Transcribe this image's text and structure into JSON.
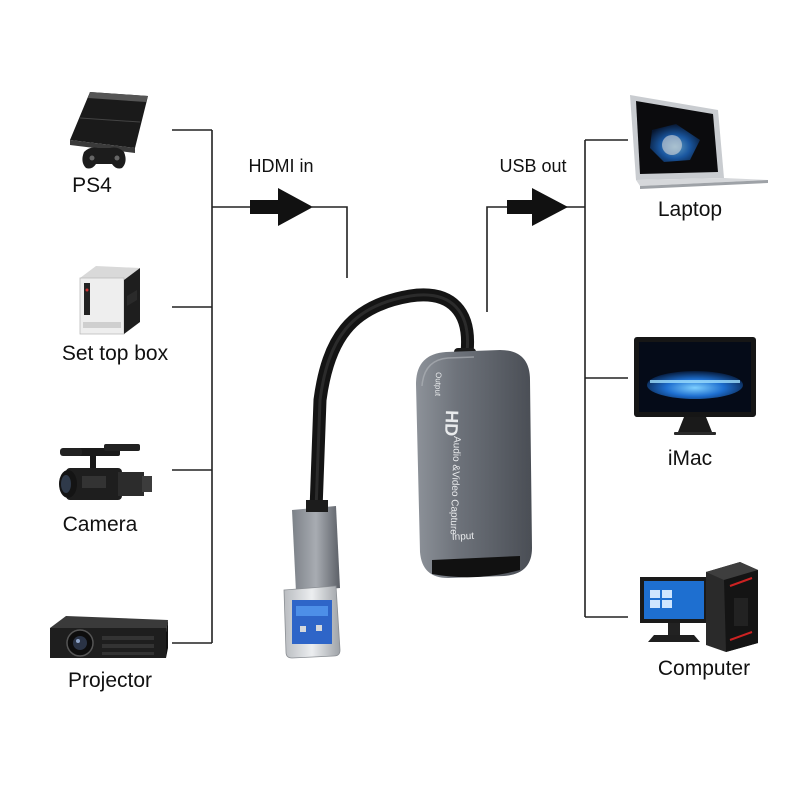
{
  "inputs": {
    "devices": [
      {
        "label": "PS4",
        "icon": "game-console-icon"
      },
      {
        "label": "Set top box",
        "icon": "set-top-box-icon"
      },
      {
        "label": "Camera",
        "icon": "video-camera-icon"
      },
      {
        "label": "Projector",
        "icon": "projector-icon"
      }
    ]
  },
  "outputs": {
    "devices": [
      {
        "label": "Laptop",
        "icon": "laptop-icon"
      },
      {
        "label": "iMac",
        "icon": "imac-icon"
      },
      {
        "label": "Computer",
        "icon": "desktop-computer-icon"
      }
    ]
  },
  "flow": {
    "input_label": "HDMI in",
    "output_label": "USB out"
  },
  "capture_device": {
    "brand": "HD",
    "product_text": "Audio &Video Capture",
    "output_port_label": "Output",
    "input_port_label": "Input",
    "icon": "hdmi-usb-capture-card-icon"
  },
  "colors": {
    "line": "#222222",
    "device_body": "#6b7078",
    "usb_port_blue": "#3d7bd6",
    "screen_blue": "#1e6fd0"
  }
}
